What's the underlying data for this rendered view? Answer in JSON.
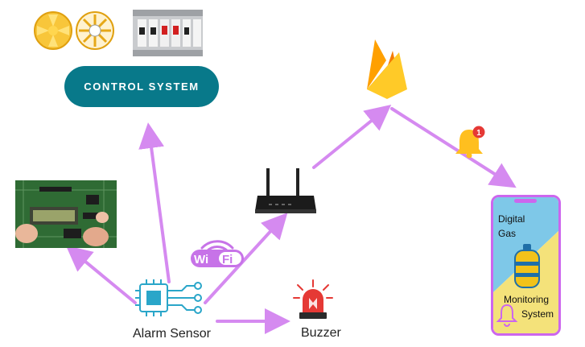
{
  "control_system": {
    "label": "CONTROL SYSTEM"
  },
  "sensor": {
    "label": "Alarm Sensor"
  },
  "buzzer": {
    "label": "Buzzer"
  },
  "wifi": {
    "label": "WiFi"
  },
  "notification": {
    "badge": "1"
  },
  "phone": {
    "line1": "Digital",
    "line2": "Gas",
    "line3": "Monitoring",
    "line4": "System"
  },
  "colors": {
    "arrow": "#d58af0",
    "pill": "#08798a",
    "phone_frame": "#cc66ee",
    "phone_blue": "#7ec8e8",
    "phone_yellow": "#f4e27a"
  },
  "icons": [
    "fan-icon",
    "circuit-breaker-icon",
    "firebase-icon",
    "router-icon",
    "bell-icon",
    "circuit-board-icon",
    "chip-icon",
    "wifi-icon",
    "siren-icon",
    "gas-cylinder-icon"
  ]
}
